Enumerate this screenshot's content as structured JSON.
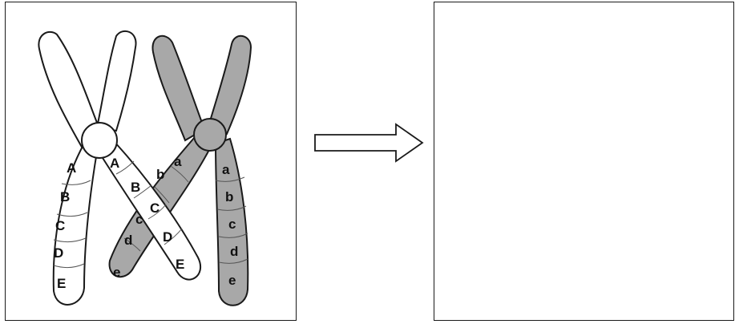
{
  "colors": {
    "light_chromosome": "#ffffff",
    "dark_chromosome": "#a8a8a8",
    "outline": "#1a1a1a"
  },
  "left_chromosome": {
    "labels": [
      "A",
      "B",
      "C",
      "D",
      "E"
    ]
  },
  "crossed_light_arm": {
    "labels": [
      "A",
      "B",
      "C",
      "D",
      "E"
    ]
  },
  "crossed_dark_arm": {
    "labels": [
      "a",
      "b",
      "c",
      "d",
      "e"
    ]
  },
  "right_chromosome": {
    "labels": [
      "a",
      "b",
      "c",
      "d",
      "e"
    ]
  }
}
